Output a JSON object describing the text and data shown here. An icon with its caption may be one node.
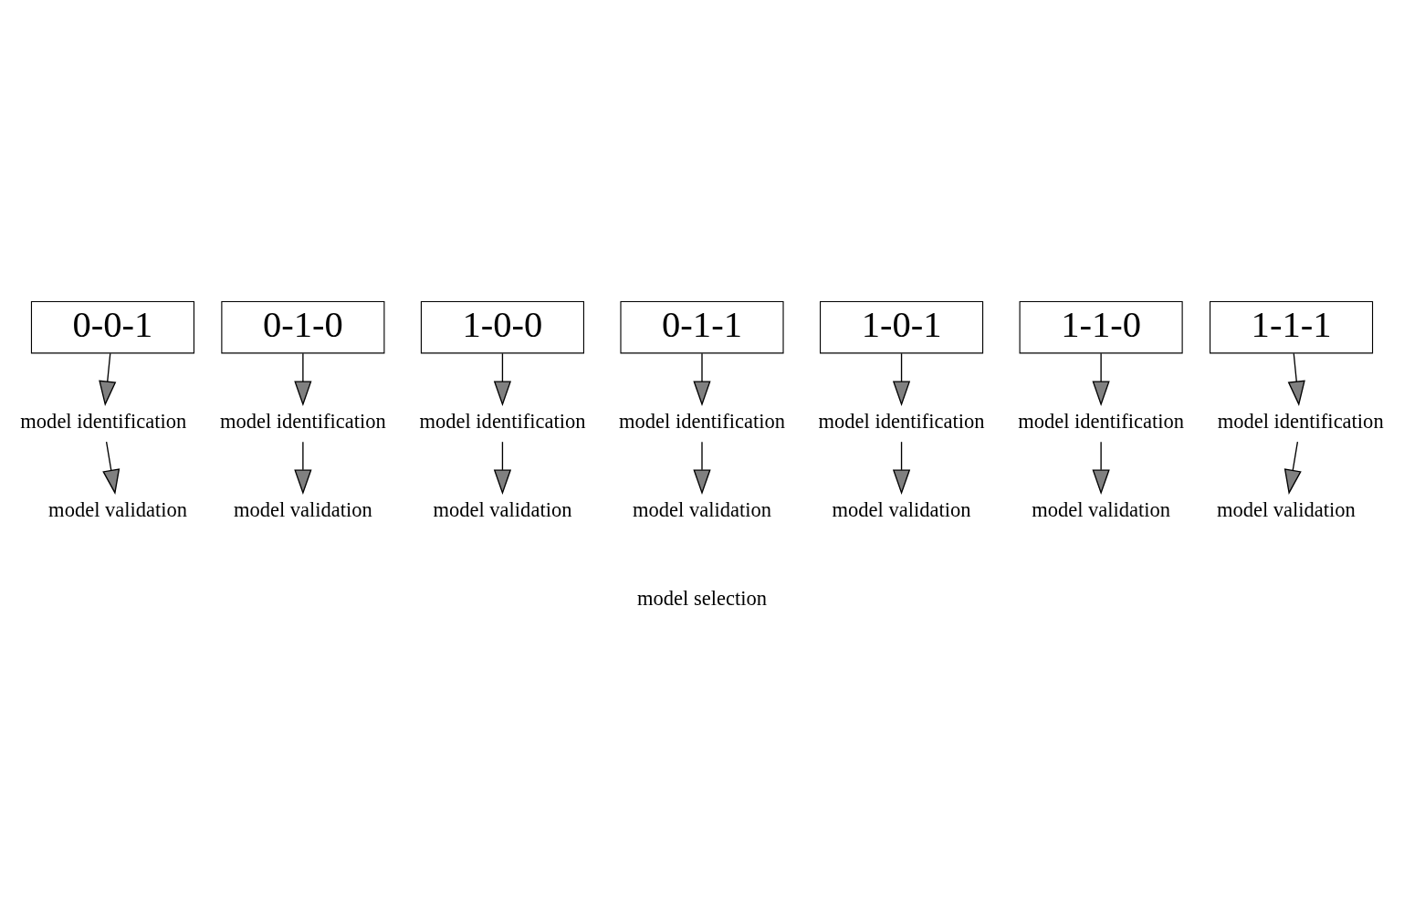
{
  "diagram": {
    "nodes": [
      {
        "text": [
          "0-0-1"
        ]
      },
      {
        "text": [
          "0-1-0"
        ]
      },
      {
        "text": [
          "1-0-0"
        ]
      },
      {
        "text": [
          "0-1-1"
        ]
      },
      {
        "text": [
          "1-0-1"
        ]
      },
      {
        "text": [
          "1-1-0"
        ]
      },
      {
        "text": [
          "1-1-1"
        ]
      },
      {
        "text": [
          "model identification"
        ]
      },
      {
        "text": [
          "model identification"
        ]
      },
      {
        "text": [
          "model identification"
        ]
      },
      {
        "text": [
          "model identification"
        ]
      },
      {
        "text": [
          "model identification"
        ]
      },
      {
        "text": [
          "model identification"
        ]
      },
      {
        "text": [
          "model identification"
        ]
      },
      {
        "text": [
          "model validation"
        ]
      },
      {
        "text": [
          "model validation"
        ]
      },
      {
        "text": [
          "model validation"
        ]
      },
      {
        "text": [
          "model validation"
        ]
      },
      {
        "text": [
          "model validation"
        ]
      },
      {
        "text": [
          "model validation"
        ]
      },
      {
        "text": [
          "model validation"
        ]
      }
    ],
    "edges": [
      {
        "from": 0,
        "to": 7,
        "arrow": "to"
      },
      {
        "from": 1,
        "to": 8,
        "arrow": "to"
      },
      {
        "from": 2,
        "to": 9,
        "arrow": "to"
      },
      {
        "from": 3,
        "to": 10,
        "arrow": "to"
      },
      {
        "from": 4,
        "to": 11,
        "arrow": "to"
      },
      {
        "from": 5,
        "to": 12,
        "arrow": "to"
      },
      {
        "from": 6,
        "to": 13,
        "arrow": "to"
      },
      {
        "from": 7,
        "to": 14,
        "arrow": "to"
      },
      {
        "from": 8,
        "to": 15,
        "arrow": "to"
      },
      {
        "from": 9,
        "to": 16,
        "arrow": "to"
      },
      {
        "from": 10,
        "to": 17,
        "arrow": "to"
      },
      {
        "from": 11,
        "to": 18,
        "arrow": "to"
      },
      {
        "from": 12,
        "to": 19,
        "arrow": "to"
      },
      {
        "from": 13,
        "to": 20,
        "arrow": "to"
      }
    ],
    "labels": [
      "model selection"
    ]
  }
}
